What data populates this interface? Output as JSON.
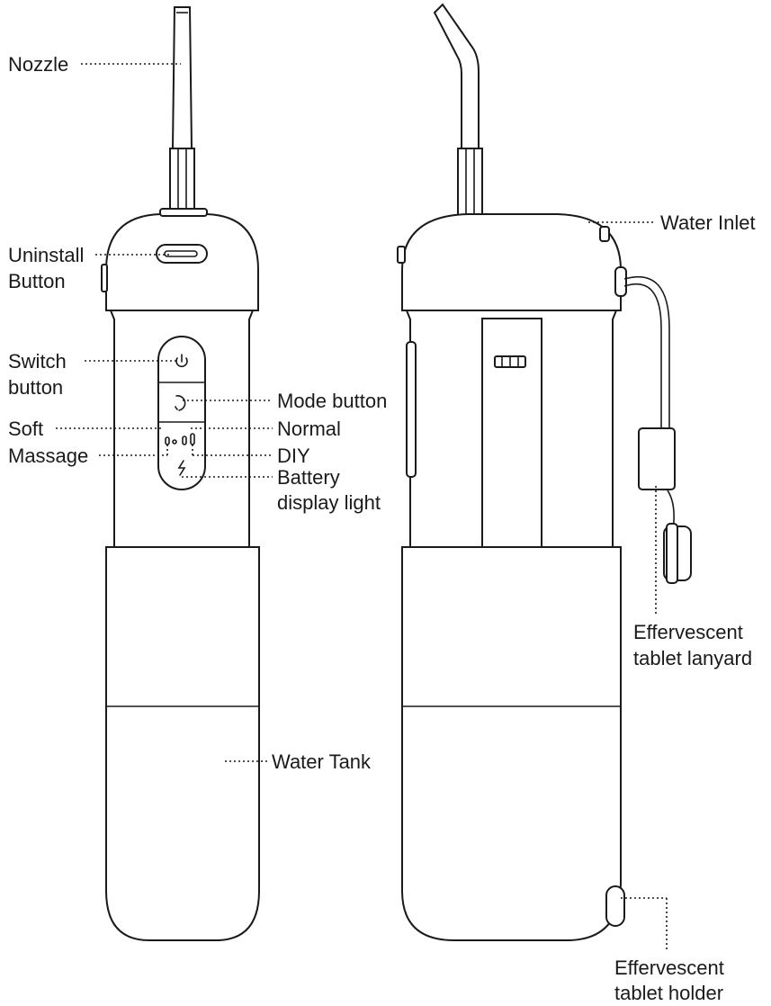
{
  "labels": {
    "nozzle": "Nozzle",
    "uninstall_button_1": "Uninstall",
    "uninstall_button_2": "Button",
    "switch_button_1": "Switch",
    "switch_button_2": "button",
    "mode_button": "Mode button",
    "soft": "Soft",
    "normal": "Normal",
    "massage": "Massage",
    "diy": "DIY",
    "battery_1": "Battery",
    "battery_2": "display light",
    "water_tank": "Water Tank",
    "water_inlet": "Water Inlet",
    "lanyard_1": "Effervescent",
    "lanyard_2": "tablet lanyard",
    "holder_1": "Effervescent",
    "holder_2": "tablet holder"
  },
  "icons": {
    "switch": "power-icon",
    "mode": "mode-cycle-icon",
    "battery": "lightning-icon"
  }
}
